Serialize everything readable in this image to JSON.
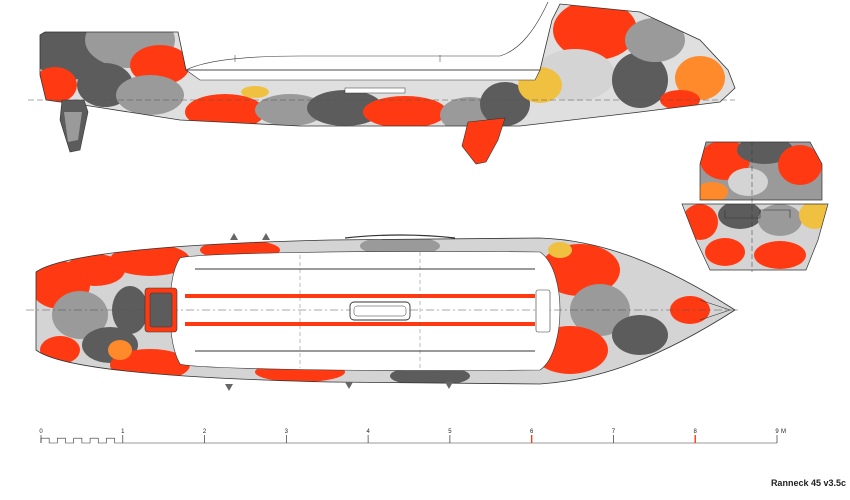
{
  "drawing": {
    "title": "Ranneck 45 v3.5c",
    "palette": {
      "red": "#ff3a12",
      "orange": "#ff8a2b",
      "yellow": "#f0c040",
      "gray_dark": "#5c5c5c",
      "gray": "#9a9a9a",
      "gray_light": "#d4d4d4",
      "line": "#333333",
      "deck": "#ffffff"
    }
  },
  "scale_bar": {
    "unit": "M",
    "ticks": [
      "0",
      "1",
      "2",
      "3",
      "4",
      "5",
      "6",
      "7",
      "8",
      "9"
    ],
    "red_ticks": [
      "6",
      "8"
    ]
  }
}
